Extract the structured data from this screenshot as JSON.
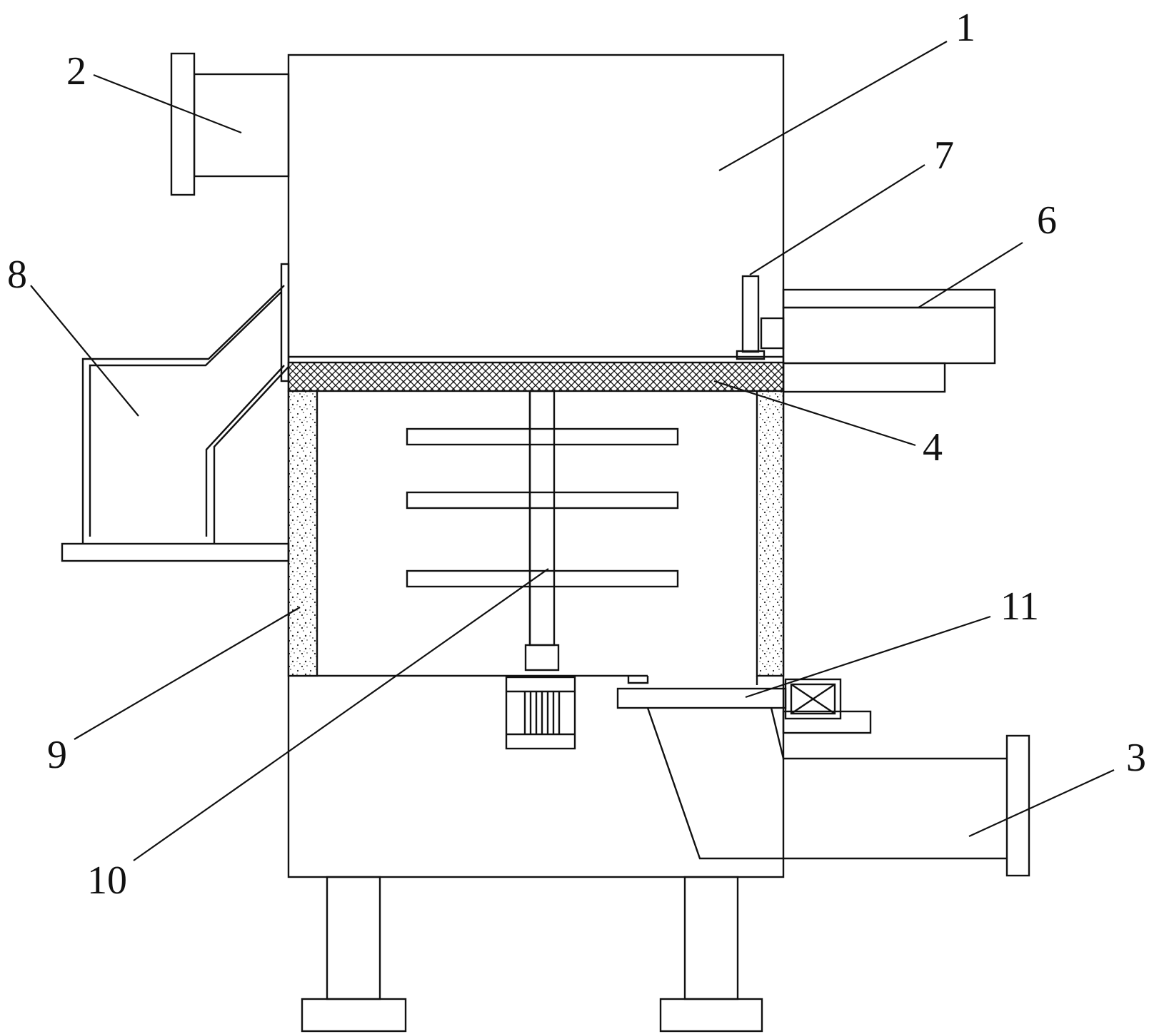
{
  "labels": {
    "n1": "1",
    "n2": "2",
    "n3": "3",
    "n4": "4",
    "n6": "6",
    "n7": "7",
    "n8": "8",
    "n9": "9",
    "n10": "10",
    "n11": "11"
  }
}
